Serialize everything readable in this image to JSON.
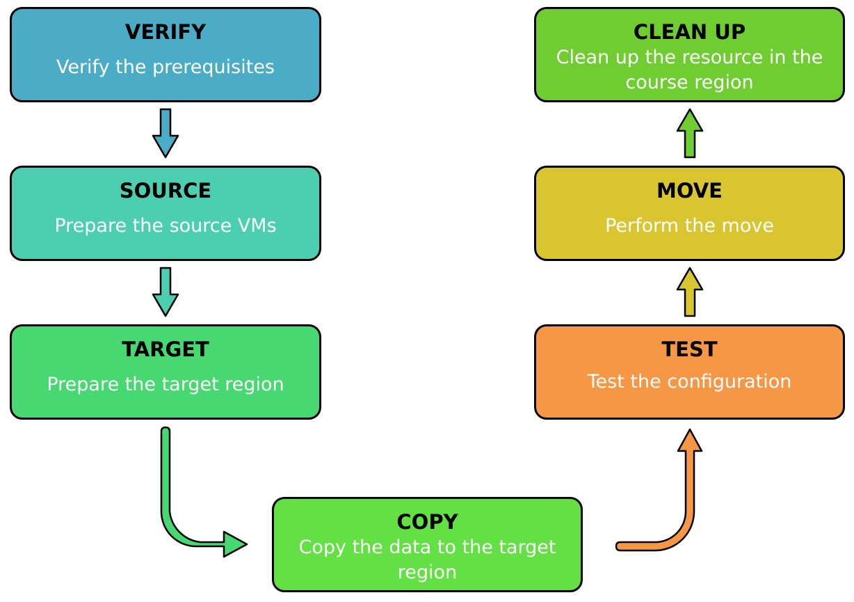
{
  "steps": [
    {
      "id": "verify",
      "title": "VERIFY",
      "description": "Verify the prerequisites",
      "color": "#4aacc6"
    },
    {
      "id": "source",
      "title": "SOURCE",
      "description": "Prepare the source VMs",
      "color": "#4ccfb0"
    },
    {
      "id": "target",
      "title": "TARGET",
      "description": "Prepare the target region",
      "color": "#48d872"
    },
    {
      "id": "copy",
      "title": "COPY",
      "description": "Copy the data to the target region",
      "color": "#62e044"
    },
    {
      "id": "test",
      "title": "TEST",
      "description": "Test the configuration",
      "color": "#f59745"
    },
    {
      "id": "move",
      "title": "MOVE",
      "description": "Perform the move",
      "color": "#d9c52f"
    },
    {
      "id": "cleanup",
      "title": "CLEAN UP",
      "description": "Clean up the resource in the course region",
      "color": "#6fcd32"
    }
  ],
  "arrow_colors": {
    "verify_to_source": "#4aacc6",
    "source_to_target": "#4ccfb0",
    "target_to_copy": "#48d872",
    "copy_to_test": "#f59745",
    "test_to_move": "#d9c52f",
    "move_to_cleanup": "#6fcd32"
  }
}
